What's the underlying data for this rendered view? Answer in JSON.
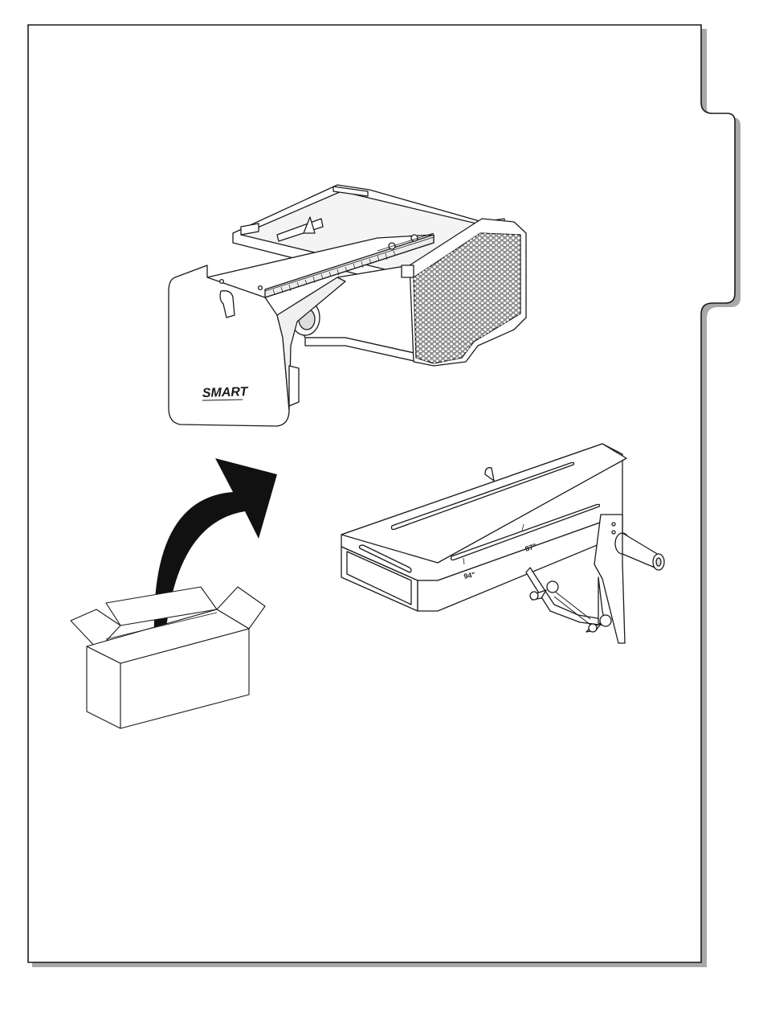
{
  "page": {
    "theme": {
      "line": "#1a1a1a",
      "shadow": "#9a9a9a",
      "paper": "#ffffff"
    }
  },
  "illustrations": {
    "projector": {
      "logo_text": "SMART"
    },
    "arrow": {
      "icon": "curved-arrow-icon",
      "color": "#111111"
    },
    "box": {
      "icon": "open-box-icon"
    },
    "mount": {
      "label_87": "87\"",
      "label_94": "94\""
    }
  }
}
